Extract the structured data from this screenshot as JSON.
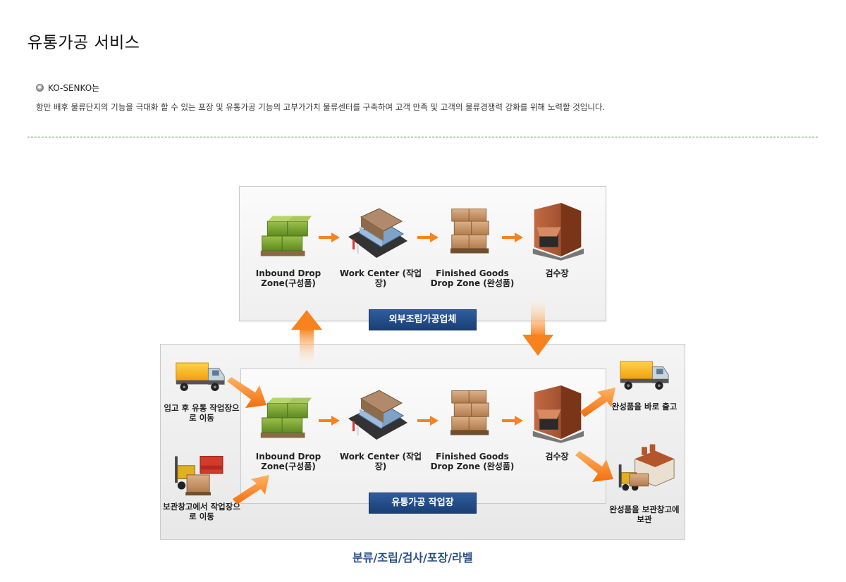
{
  "header": {
    "title": "유통가공 서비스"
  },
  "intro": {
    "company": "KO-SENKO는",
    "description": "항만 배후 물류단지의 기능을 극대화 할 수 있는 포장 및 유통가공 기능의 고부가가치 물류센터를 구축하여 고객 만족 및 고객의 물류경쟁력 강화를 위해 노력할 것입니다."
  },
  "diagram": {
    "top_panel": {
      "steps": [
        {
          "label": "Inbound Drop Zone(구성품)",
          "icon": "pallet-green-boxes-icon"
        },
        {
          "label": "Work Center (작업장)",
          "icon": "warehouse-icon"
        },
        {
          "label": "Finished Goods Drop Zone (완성품)",
          "icon": "pallet-brown-boxes-icon"
        },
        {
          "label": "검수장",
          "icon": "inspection-building-icon"
        }
      ],
      "banner": "외부조립가공업체"
    },
    "bottom_panel": {
      "steps": [
        {
          "label": "Inbound Drop Zone(구성품)",
          "icon": "pallet-green-boxes-icon"
        },
        {
          "label": "Work Center (작업장)",
          "icon": "warehouse-icon"
        },
        {
          "label": "Finished Goods Drop Zone (완성품)",
          "icon": "pallet-brown-boxes-icon"
        },
        {
          "label": "검수장",
          "icon": "inspection-building-icon"
        }
      ],
      "banner": "유통가공 작업장"
    },
    "left_inputs": [
      {
        "label": "입고 후 유통 작업장으로 이동",
        "icon": "truck-icon"
      },
      {
        "label": "보관창고에서 작업장으로 이동",
        "icon": "forklift-icon"
      }
    ],
    "right_outputs": [
      {
        "label": "완성품을 바로 출고",
        "icon": "truck-icon"
      },
      {
        "label": "완성품을 보관창고에 보관",
        "icon": "warehouse-forklift-icon"
      }
    ],
    "caption": "분류/조립/검사/포장/라벨"
  },
  "colors": {
    "arrow": "#f7821e",
    "banner": "#1f4680",
    "divider": "#3a8a1e",
    "caption": "#2a4e8a"
  }
}
